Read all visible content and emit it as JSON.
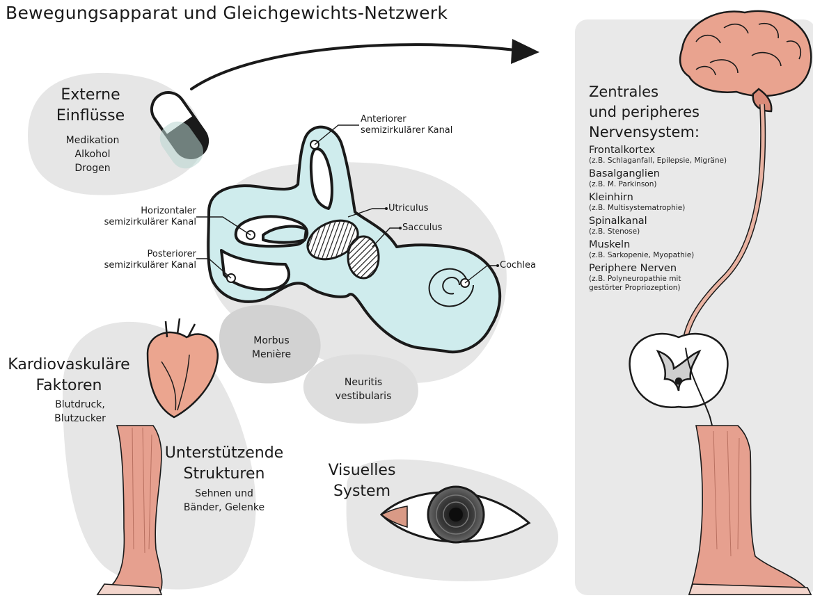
{
  "title": "Bewegungsapparat und Gleichgewichts-Netzwerk",
  "external": {
    "heading": [
      "Externe",
      "Einflüsse"
    ],
    "items": [
      "Medikation",
      "Alkohol",
      "Drogen"
    ]
  },
  "inner_ear_labels": {
    "anterior": [
      "Anteriorer",
      "semizirkulärer Kanal"
    ],
    "horizontal": [
      "Horizontaler",
      "semizirkulärer Kanal"
    ],
    "posterior": [
      "Posteriorer",
      "semizirkulärer Kanal"
    ],
    "utriculus": "Utriculus",
    "sacculus": "Sacculus",
    "cochlea": "Cochlea"
  },
  "diseases": {
    "meniere": [
      "Morbus",
      "Menière"
    ],
    "neuritis": [
      "Neuritis",
      "vestibularis"
    ]
  },
  "cardio": {
    "heading": [
      "Kardiovaskuläre",
      "Faktoren"
    ],
    "items": [
      "Blutdruck,",
      "Blutzucker"
    ]
  },
  "support": {
    "heading": [
      "Unterstützende",
      "Strukturen"
    ],
    "items": [
      "Sehnen und",
      "Bänder, Gelenke"
    ]
  },
  "visual": {
    "heading": [
      "Visuelles",
      "System"
    ]
  },
  "cns": {
    "heading": [
      "Zentrales",
      "und peripheres",
      "Nervensystem:"
    ],
    "items": [
      {
        "name": "Frontalkortex",
        "detail": [
          "(z.B. Schlaganfall, Epilepsie, Migräne)"
        ]
      },
      {
        "name": "Basalganglien",
        "detail": [
          "(z.B. M. Parkinson)"
        ]
      },
      {
        "name": "Kleinhirn",
        "detail": [
          "(z.B. Multisystematrophie)"
        ]
      },
      {
        "name": "Spinalkanal",
        "detail": [
          "(z.B. Stenose)"
        ]
      },
      {
        "name": "Muskeln",
        "detail": [
          "(z.B. Sarkopenie, Myopathie)"
        ]
      },
      {
        "name": "Periphere Nerven",
        "detail": [
          "(z.B. Polyneuropathie mit",
          "gestörter Propriozeption)"
        ]
      }
    ]
  },
  "colors": {
    "blob": "#e6e6e6",
    "panel": "#e9e9e9",
    "ear_fill": "#cfeced",
    "muscle": "#e6a08f",
    "heart": "#eba58f",
    "outline": "#1a1a1a"
  }
}
